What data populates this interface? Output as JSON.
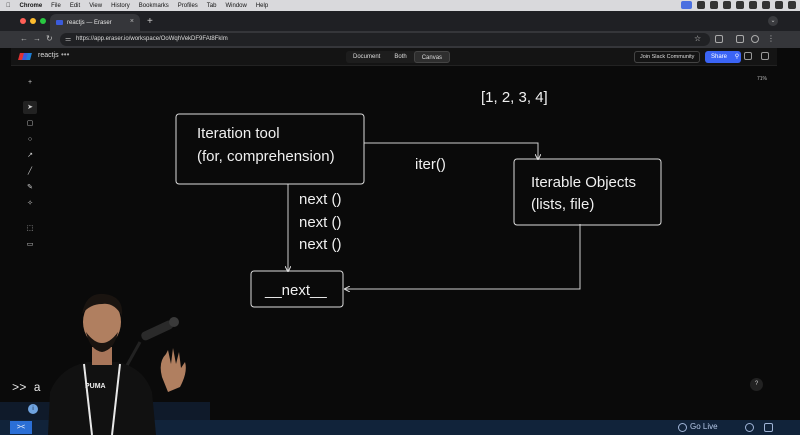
{
  "mac_menu": {
    "items": [
      "Chrome",
      "File",
      "Edit",
      "View",
      "History",
      "Bookmarks",
      "Profiles",
      "Tab",
      "Window",
      "Help"
    ]
  },
  "browser": {
    "tab_title": "reactjs — Eraser",
    "url": "https://app.eraser.io/workspace/OoWqhVekDF9FAt8Fklm"
  },
  "app": {
    "workspace_name": "reactjs",
    "more_label": "•••",
    "view_tabs": [
      "Document",
      "Both",
      "Canvas"
    ],
    "active_view": "Canvas",
    "slack_label": "Join Slack Community",
    "share_label": "Share",
    "zoom_level": "71%",
    "help_label": "?"
  },
  "toolbar": {
    "tools": [
      "add-icon",
      "pointer-icon",
      "rectangle-icon",
      "circle-icon",
      "arrow-icon",
      "line-icon",
      "pen-icon",
      "magic-icon",
      "frame-icon",
      "comment-icon"
    ]
  },
  "diagram": {
    "list_literal": "[1, 2, 3, 4]",
    "iteration_box": {
      "line1": "Iteration tool",
      "line2": "(for, comprehension)"
    },
    "iterable_box": {
      "line1": "Iterable Objects",
      "line2": "(lists, file)"
    },
    "next_box": "__next__",
    "iter_label": "iter()",
    "next_calls": [
      "next ()",
      "next ()",
      "next ()"
    ]
  },
  "bottom": {
    "terminal_prompt": ">> a",
    "go_live": "Go Live",
    "info": "i",
    "remote": "><"
  }
}
